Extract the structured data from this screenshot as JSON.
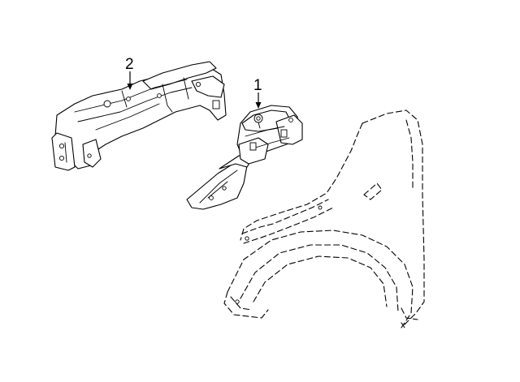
{
  "callouts": [
    {
      "number": "1",
      "part": "inner-structure"
    },
    {
      "number": "2",
      "part": "apron-rail"
    }
  ],
  "colors": {
    "line": "#000000",
    "background": "#ffffff"
  },
  "reference_part": {
    "name": "fender",
    "style": "dashed-phantom-outline"
  }
}
